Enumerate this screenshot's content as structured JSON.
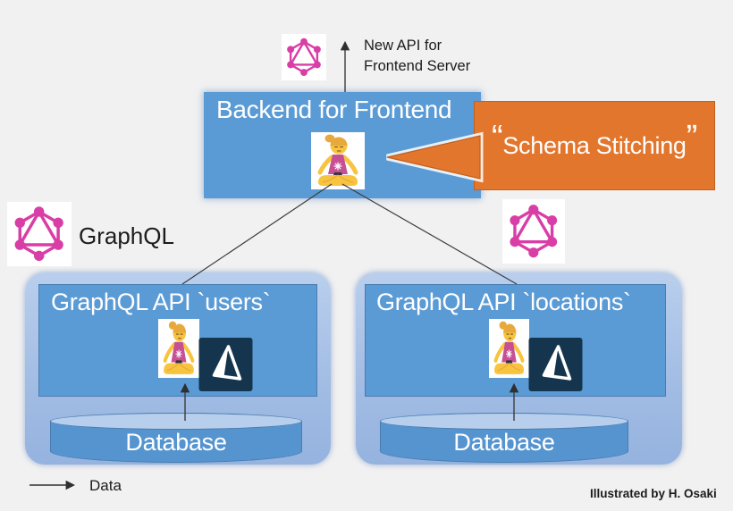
{
  "page": {
    "background": "#f1f1f2"
  },
  "top": {
    "icon": "graphql-logo",
    "label_line1": "New API for",
    "label_line2": "Frontend Server"
  },
  "backend": {
    "title": "Backend for Frontend",
    "icon": "meditating-person-emoji"
  },
  "callout": {
    "open_quote": "“",
    "text": "Schema Stitching",
    "close_quote": "”"
  },
  "graphql_label": "GraphQL",
  "api_boxes": [
    {
      "title": "GraphQL API `users`",
      "icons": [
        "meditating-person-emoji",
        "prisma-logo"
      ],
      "database_label": "Database"
    },
    {
      "title": "GraphQL API `locations`",
      "icons": [
        "meditating-person-emoji",
        "prisma-logo"
      ],
      "database_label": "Database"
    }
  ],
  "legend": {
    "arrow": "data-flow-arrow",
    "label": "Data"
  },
  "credit": "Illustrated by H. Osaki",
  "colors": {
    "box_blue": "#5b9bd5",
    "container_blue_light": "#b9cfed",
    "container_blue_dark": "#95b3df",
    "cylinder_top": "#b7cfec",
    "border_blue": "#4a7cb0",
    "callout_orange": "#e2762d",
    "graphql_pink": "#d93da6",
    "prisma_navy": "#14354d",
    "line_gray": "#3c3c3c"
  }
}
